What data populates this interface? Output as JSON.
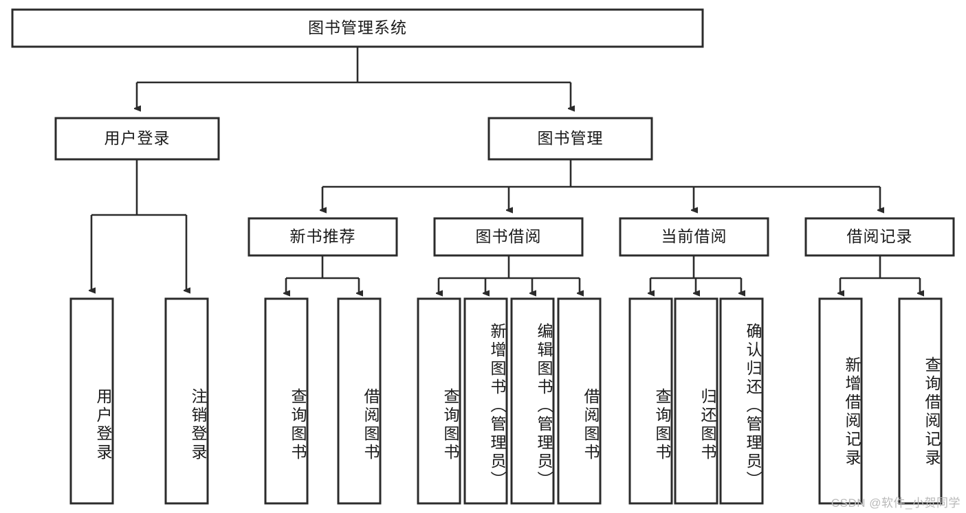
{
  "diagram": {
    "type": "hierarchy-tree",
    "title": "图书管理系统",
    "watermark": "CSDN @软件_小贺同学",
    "colors": {
      "box_stroke": "#2b2b2b",
      "box_fill": "#ffffff",
      "text": "#1a1a1a",
      "background": "#ffffff",
      "watermark": "#b9b9b9"
    },
    "root": {
      "label": "图书管理系统",
      "orientation": "horizontal"
    },
    "level2": [
      {
        "label": "用户登录",
        "orientation": "horizontal"
      },
      {
        "label": "图书管理",
        "orientation": "horizontal"
      }
    ],
    "level3": [
      {
        "label": "新书推荐",
        "orientation": "horizontal",
        "parent": "图书管理"
      },
      {
        "label": "图书借阅",
        "orientation": "horizontal",
        "parent": "图书管理"
      },
      {
        "label": "当前借阅",
        "orientation": "horizontal",
        "parent": "图书管理"
      },
      {
        "label": "借阅记录",
        "orientation": "horizontal",
        "parent": "图书管理"
      }
    ],
    "leaves": {
      "user_login": [
        {
          "label": "用户登录",
          "orientation": "vertical"
        },
        {
          "label": "注销登录",
          "orientation": "vertical"
        }
      ],
      "new_book_recommend": [
        {
          "label": "查询图书",
          "orientation": "vertical"
        },
        {
          "label": "借阅图书",
          "orientation": "vertical"
        }
      ],
      "book_borrow": [
        {
          "label": "查询图书",
          "orientation": "vertical"
        },
        {
          "label": "新增图书（管理员）",
          "orientation": "vertical"
        },
        {
          "label": "编辑图书（管理员）",
          "orientation": "vertical"
        },
        {
          "label": "借阅图书",
          "orientation": "vertical"
        }
      ],
      "current_borrow": [
        {
          "label": "查询图书",
          "orientation": "vertical"
        },
        {
          "label": "归还图书",
          "orientation": "vertical"
        },
        {
          "label": "确认归还（管理员）",
          "orientation": "vertical"
        }
      ],
      "borrow_record": [
        {
          "label": "新增借阅记录",
          "orientation": "vertical"
        },
        {
          "label": "查询借阅记录",
          "orientation": "vertical"
        }
      ]
    }
  }
}
